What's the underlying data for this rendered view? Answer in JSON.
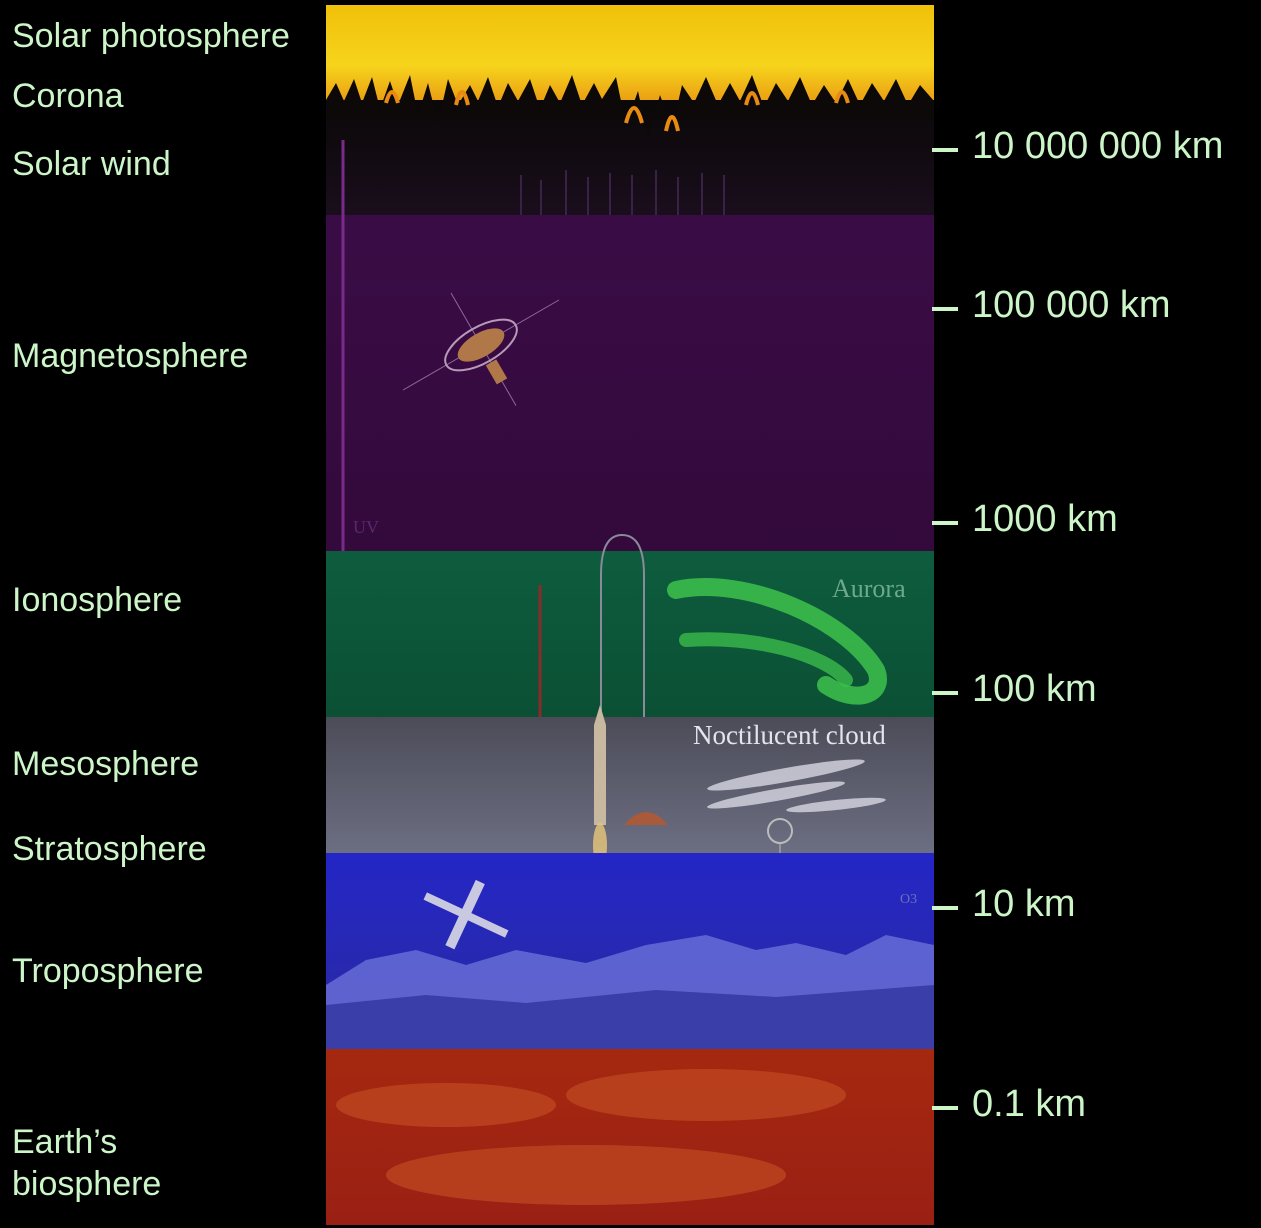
{
  "layers": {
    "solar_photosphere": "Solar photosphere",
    "corona": "Corona",
    "solar_wind": "Solar wind",
    "magnetosphere": "Magnetosphere",
    "ionosphere": "Ionosphere",
    "mesosphere": "Mesosphere",
    "stratosphere": "Stratosphere",
    "troposphere": "Troposphere",
    "biosphere_line1": "Earth’s",
    "biosphere_line2": "biosphere"
  },
  "altitudes": {
    "a1": "10 000 000 km",
    "a2": "100 000 km",
    "a3": "1000 km",
    "a4": "100 km",
    "a5": "10 km",
    "a6": "0.1 km"
  },
  "image_labels": {
    "uv": "UV",
    "aurora": "Aurora",
    "noctilucent": "Noctilucent cloud",
    "ozone": "O3"
  },
  "colors": {
    "label_text": "#ccf5c8",
    "sun": "#f2c40c",
    "solar_wind": "#0c0a0c",
    "magnetosphere": "#35093f",
    "ionosphere": "#0d5a3c",
    "mesosphere": "#5a5a6a",
    "troposphere": "#2a2ec4",
    "biosphere": "#a32414"
  }
}
